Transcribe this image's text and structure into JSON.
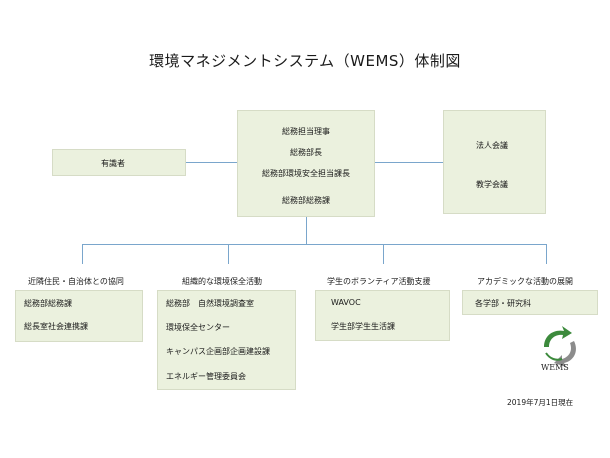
{
  "title": "環境マネジメントシステム（WEMS）体制図",
  "center_box": {
    "lines": [
      "総務担当理事",
      "総務部長",
      "総務部環境安全担当課長",
      "総務部総務課"
    ]
  },
  "left_box": {
    "label": "有識者"
  },
  "right_box": {
    "lines": [
      "法人会議",
      "教学会議"
    ]
  },
  "categories": [
    {
      "label": "近隣住民・自治体との協同",
      "items": [
        "総務部総務課",
        "総長室社会連携課"
      ]
    },
    {
      "label": "組織的な環境保全活動",
      "items": [
        "総務部　自然環境調査室",
        "環境保全センター",
        "キャンパス企画部企画建設課",
        "エネルギー管理委員会"
      ]
    },
    {
      "label": "学生のボランティア活動支援",
      "items": [
        "WAVOC",
        "学生部学生生活課"
      ]
    },
    {
      "label": "アカデミックな活動の展開",
      "items": [
        "各学部・研究科"
      ]
    }
  ],
  "logo_text": "WEMS",
  "date": "2019年7月1日現在",
  "colors": {
    "box_fill": "#ebf1de",
    "connector": "#7aa6cc",
    "logo_green": "#3c8a3c"
  }
}
